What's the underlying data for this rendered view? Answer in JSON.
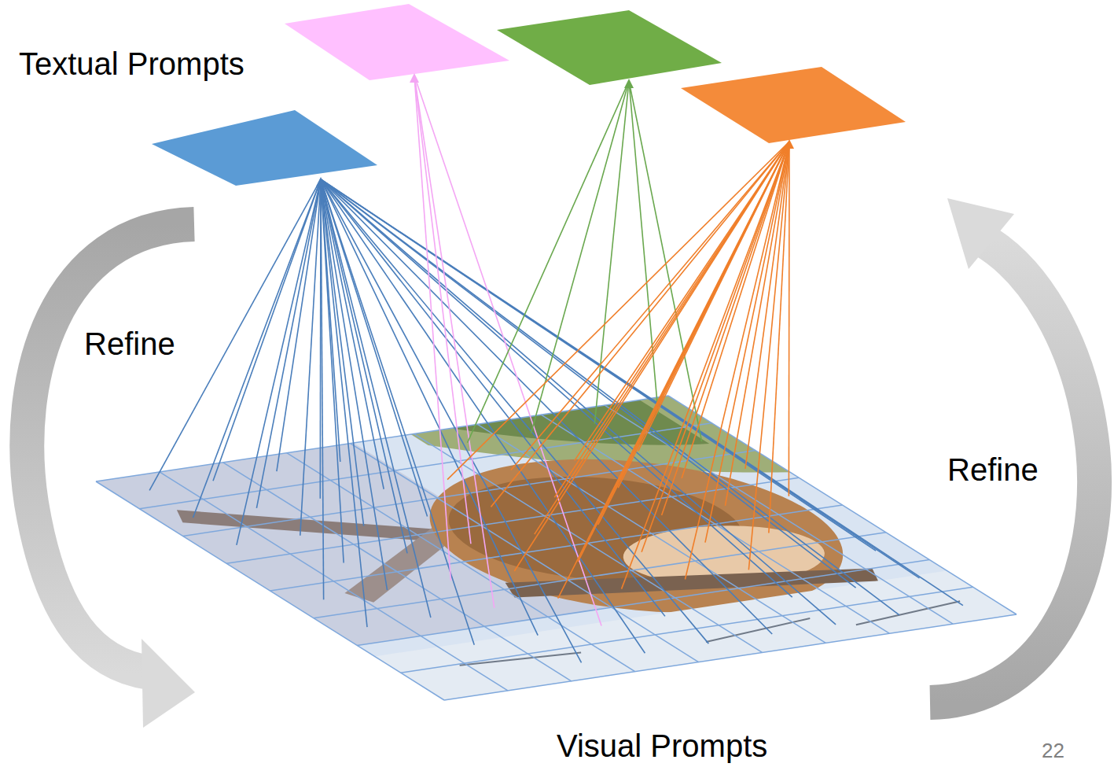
{
  "diagram": {
    "labels": [
      "Textual Prompts",
      "Refine",
      "Refine",
      "Visual Prompts",
      "22"
    ]
  }
}
